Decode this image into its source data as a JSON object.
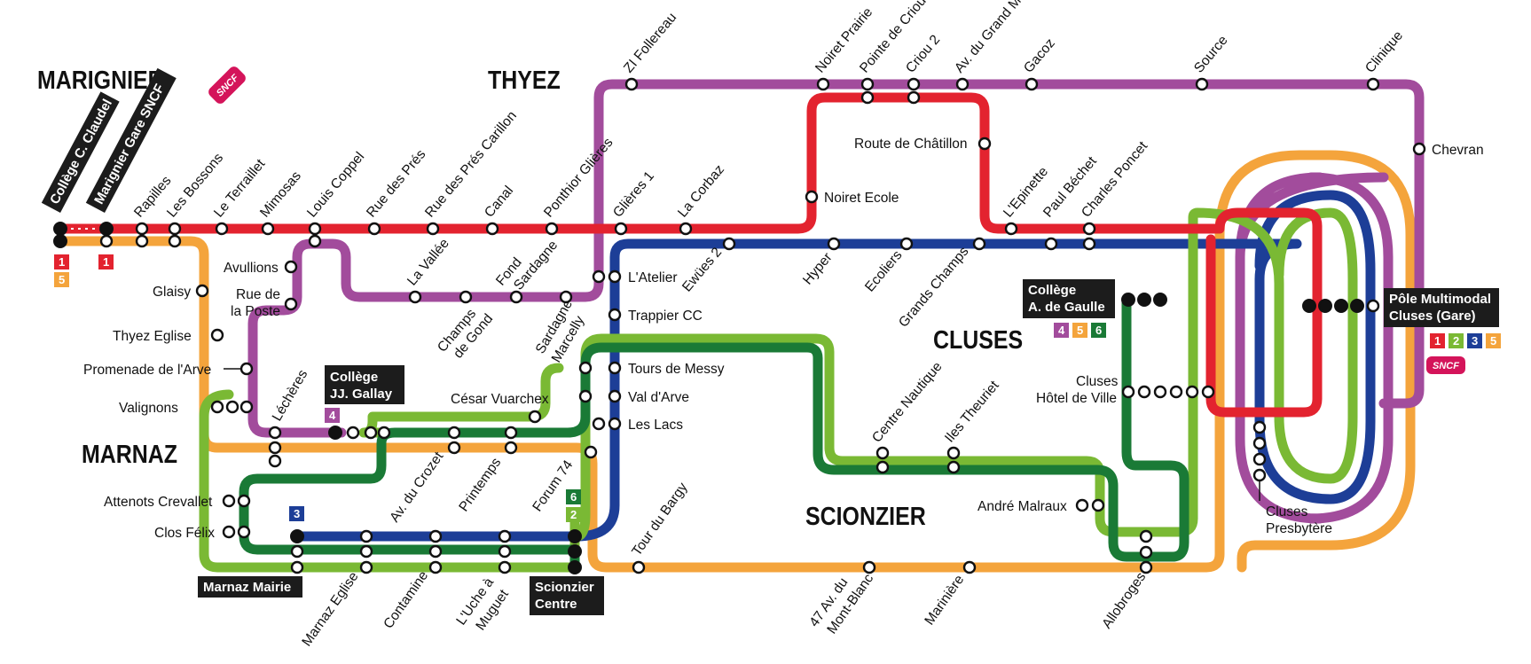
{
  "colors": {
    "line1": "#e3232f",
    "line2": "#7ab934",
    "line3": "#1d3e97",
    "line4": "#a24c9c",
    "line5": "#f4a43c",
    "line6": "#1a7a36",
    "sncf": "#d4145a",
    "tag": "#1c1c1c"
  },
  "towns": {
    "marignier": "MARIGNIER",
    "thyez": "THYEZ",
    "marnaz": "MARNAZ",
    "cluses": "CLUSES",
    "scionzier": "SCIONZIER"
  },
  "sncf_logo": "SNCF",
  "tags": {
    "college_claudel": "Collège C. Claudel",
    "marignier_gare": "Marignier Gare SNCF",
    "college_gallay_1": "Collège",
    "college_gallay_2": "JJ. Gallay",
    "college_gaulle_1": "Collège",
    "college_gaulle_2": "A. de Gaulle",
    "pole_1": "Pôle Multimodal",
    "pole_2": "Cluses (Gare)",
    "marnaz_mairie": "Marnaz Mairie",
    "scionzier_centre_1": "Scionzier",
    "scionzier_centre_2": "Centre"
  },
  "badges": {
    "b1": "1",
    "b2": "2",
    "b3": "3",
    "b4": "4",
    "b5": "5",
    "b6": "6"
  },
  "stops": {
    "rapilles": "Rapilles",
    "les_bossons": "Les Bossons",
    "le_terraillet": "Le Terraillet",
    "mimosas": "Mimosas",
    "louis_coppel": "Louis Coppel",
    "rue_des_pres": "Rue des Prés",
    "rue_des_pres_carillon": "Rue des Prés Carillon",
    "canal": "Canal",
    "ponthior_glieres": "Ponthior Glières",
    "glieres_1": "Glières 1",
    "la_corbaz": "La Corbaz",
    "zi_follereau": "ZI Follereau",
    "noiret_prairie": "Noiret Prairie",
    "pointe_de_criou": "Pointe de Criou",
    "criou_2": "Criou 2",
    "av_grand_m": "Av. du Grand Massif",
    "gacoz": "Gacoz",
    "source": "Source",
    "clinique": "Clinique",
    "chevran": "Chevran",
    "route_de_chatillon": "Route de Châtillon",
    "noiret_ecole": "Noiret Ecole",
    "l_epinette": "L'Epinette",
    "paul_bechet": "Paul Béchet",
    "charles_poncet": "Charles Poncet",
    "avullions": "Avullions",
    "rue_de_la_poste_1": "Rue de",
    "rue_de_la_poste_2": "la Poste",
    "glaisy": "Glaisy",
    "la_vallee": "La Vallée",
    "fond_sardagne_1": "Fond",
    "fond_sardagne_2": "Sardagne",
    "champs_de_gond_1": "Champs",
    "champs_de_gond_2": "de Gond",
    "sardagne_marcelly_1": "Sardagne",
    "sardagne_marcelly_2": "Marcelly",
    "l_atelier": "L'Atelier",
    "ewues_2": "Ewües 2",
    "trappier_cc": "Trappier CC",
    "hyper": "Hyper",
    "ecoliers": "Ecoliers",
    "grands_champs": "Grands Champs",
    "thyez_eglise": "Thyez Eglise",
    "promenade_de_l_arve": "Promenade de l'Arve",
    "valignons": "Valignons",
    "lecheres": "Léchères",
    "cesar_vuarchex": "César Vuarchex",
    "tours_de_messy": "Tours de Messy",
    "val_d_arve": "Val d'Arve",
    "les_lacs": "Les Lacs",
    "av_du_crozet": "Av. du Crozet",
    "printemps": "Printemps",
    "forum_74": "Forum 74",
    "attenots_crevallet": "Attenots Crevallet",
    "clos_felix": "Clos Félix",
    "tour_du_bargy": "Tour du Bargy",
    "centre_nautique": "Centre Nautique",
    "iles_theuriet": "Iles Theuriet",
    "andre_malraux": "André Malraux",
    "cluses_hdv_1": "Cluses",
    "cluses_hdv_2": "Hôtel de Ville",
    "cluses_presbytere_1": "Cluses",
    "cluses_presbytere_2": "Presbytère",
    "marnaz_eglise": "Marnaz Eglise",
    "contamine": "Contamine",
    "l_uche_1": "L'Uche à",
    "l_uche_2": "Muguet",
    "av_mont_blanc_1": "47 Av. du",
    "av_mont_blanc_2": "Mont-Blanc",
    "mariniere": "Marinière",
    "allobroges": "Allobroges"
  }
}
